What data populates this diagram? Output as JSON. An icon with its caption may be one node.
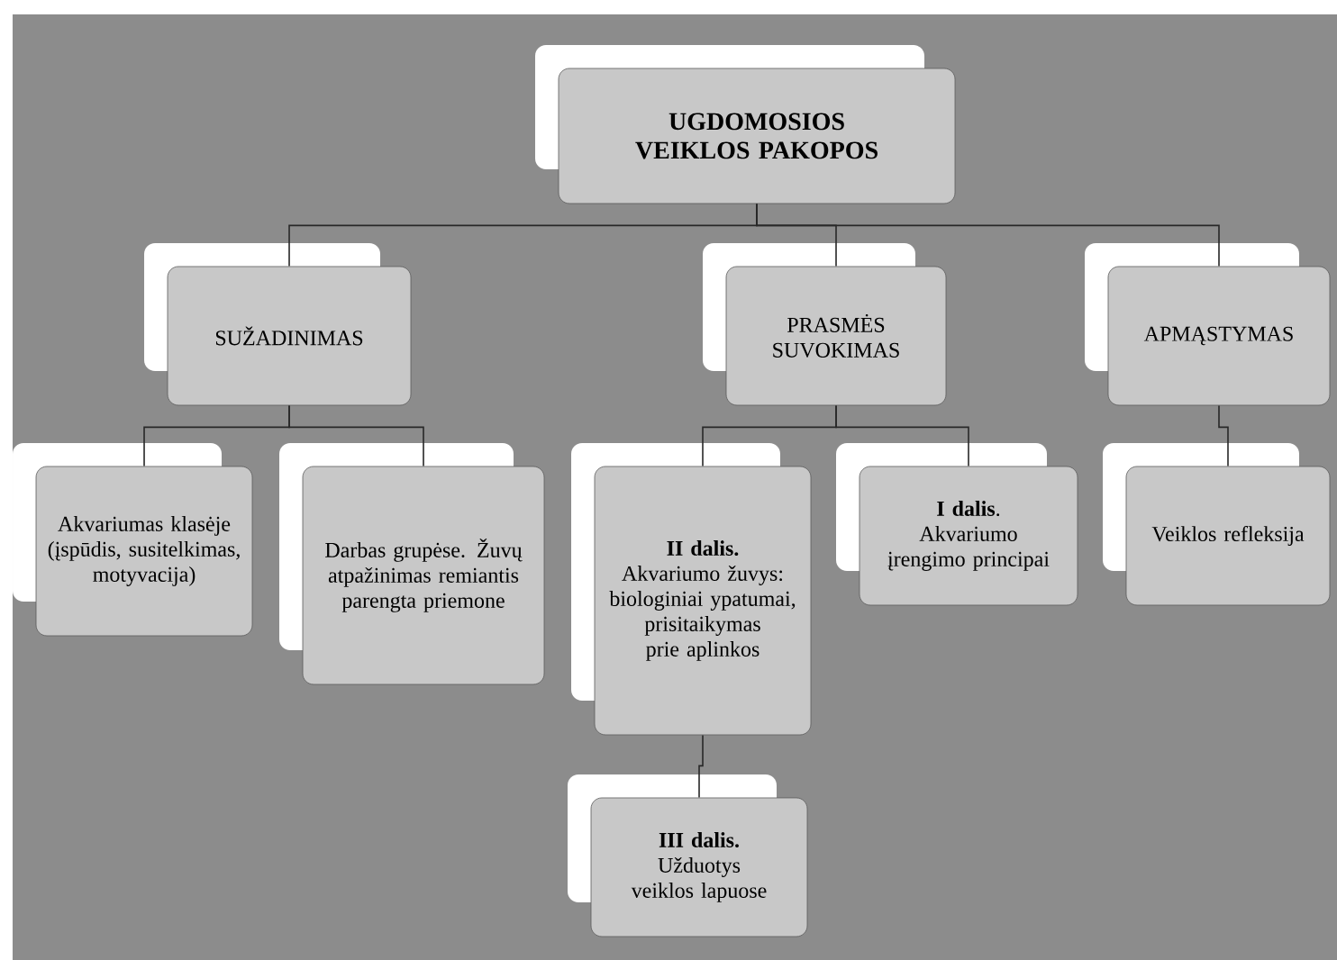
{
  "diagram": {
    "nodes": [
      {
        "text": [
          "UGDOMOSIOS VEIKLOS PAKOPOS"
        ]
      },
      {
        "text": [
          "SUŽADINIMAS"
        ]
      },
      {
        "text": [
          "PRASMĖS SUVOKIMAS"
        ]
      },
      {
        "text": [
          "APMĄSTYMAS"
        ]
      },
      {
        "text": [
          "Akvariumas klasėje (įspūdis, susitelkimas, motyvacija)"
        ]
      },
      {
        "text": [
          "Darbas grupėse. Žuvų atpažinimas remiantis parengta priemone"
        ]
      },
      {
        "text": [
          "II dalis.",
          "Akvariumo žuvys: biologiniai ypatumai, prisitaikymas prie aplinkos"
        ]
      },
      {
        "text": [
          "**I dalis**.",
          "Akvariumo įrengimo principai"
        ]
      },
      {
        "text": [
          "Veiklos refleksija"
        ]
      },
      {
        "text": [
          "III dalis.",
          "Užduotys veiklos lapuose"
        ]
      }
    ],
    "edges": [
      {
        "from": 0,
        "to": 1,
        "arrow": "none"
      },
      {
        "from": 0,
        "to": 2,
        "arrow": "none"
      },
      {
        "from": 0,
        "to": 3,
        "arrow": "none"
      },
      {
        "from": 1,
        "to": 4,
        "arrow": "none"
      },
      {
        "from": 1,
        "to": 5,
        "arrow": "none"
      },
      {
        "from": 2,
        "to": 6,
        "arrow": "none"
      },
      {
        "from": 2,
        "to": 7,
        "arrow": "none"
      },
      {
        "from": 3,
        "to": 8,
        "arrow": "none"
      },
      {
        "from": 6,
        "to": 9,
        "arrow": "none"
      }
    ]
  }
}
